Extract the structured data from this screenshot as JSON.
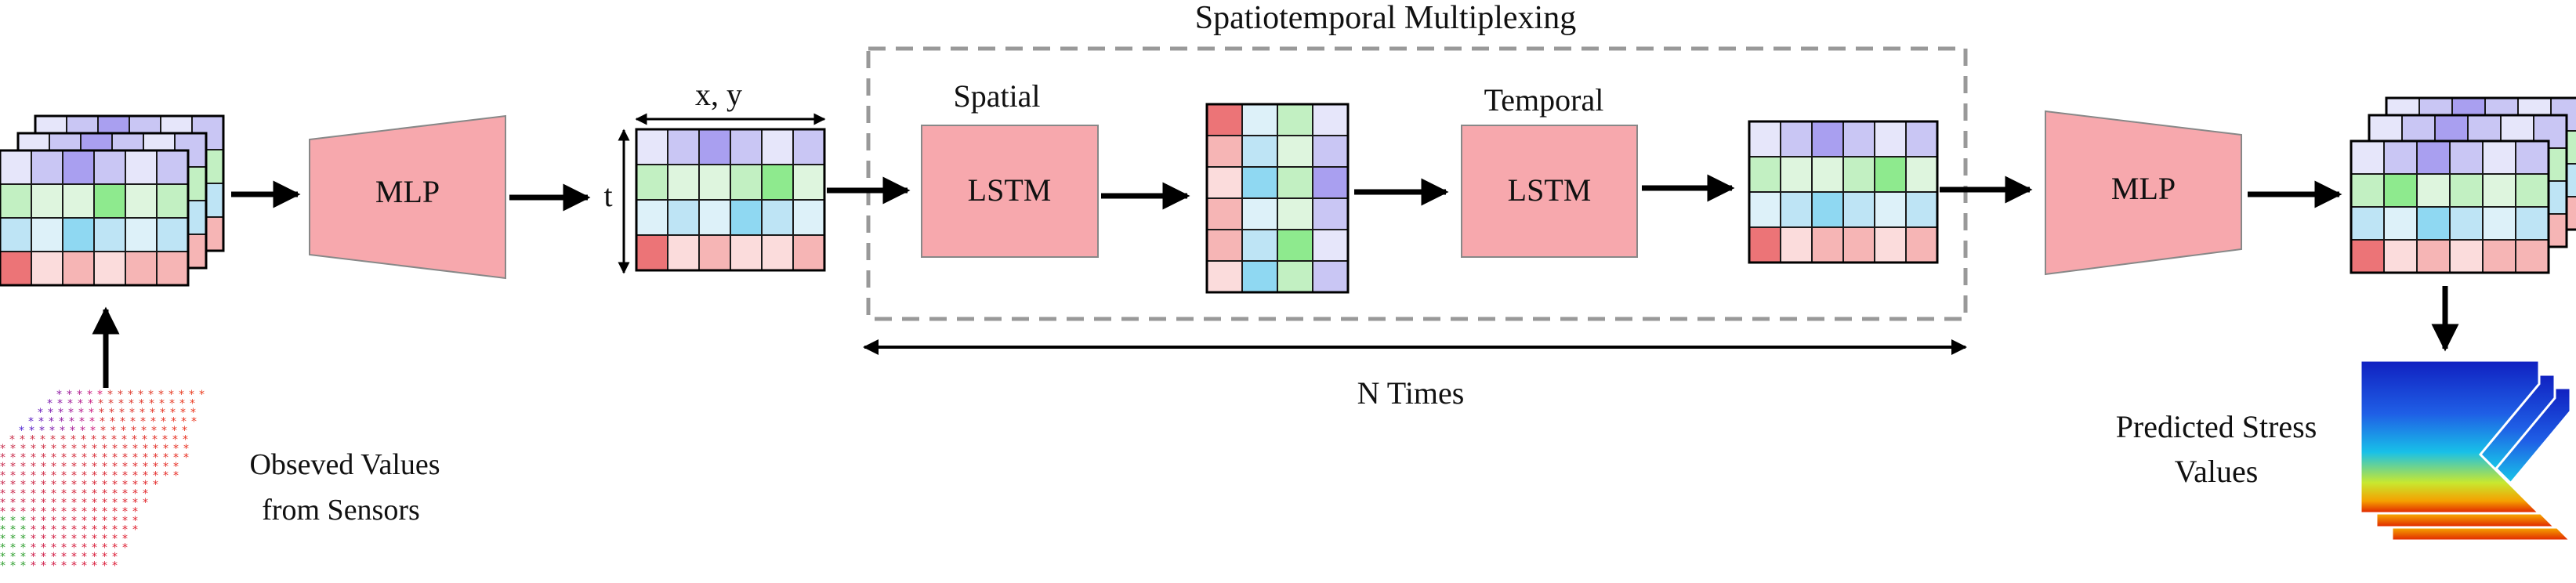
{
  "title": "Spatiotemporal  Multiplexing",
  "input_caption_line1": "Obseved Values",
  "input_caption_line2": "from  Sensors",
  "mlp_in_label": "MLP",
  "mlp_out_label": "MLP",
  "axis_xy_label": "x, y",
  "axis_t_label": "t",
  "spatial_label": "Spatial",
  "temporal_label": "Temporal",
  "lstm_spatial_label": "LSTM",
  "lstm_temporal_label": "LSTM",
  "repeat_label": "N Times",
  "output_caption_line1": "Predicted Stress",
  "output_caption_line2": "Values",
  "colors": {
    "mlp_fill": "#f7a8ad",
    "lstm_fill": "#f7a8ad",
    "dashed_border": "#999999",
    "arrow": "#000000"
  },
  "grid_palette": {
    "purple": [
      "#e6e6fa",
      "#c9c6f4",
      "#a99ff0"
    ],
    "green": [
      "#def5de",
      "#c2f0c2",
      "#8eea8e"
    ],
    "blue": [
      "#ddf1f9",
      "#bee4f5",
      "#8fd8f2"
    ],
    "red": [
      "#fbdcdc",
      "#f6b5b5",
      "#ec7477"
    ]
  },
  "input_grid": [
    [
      "purple:0",
      "purple:1",
      "purple:2",
      "purple:1",
      "purple:0",
      "purple:1"
    ],
    [
      "green:1",
      "green:0",
      "green:0",
      "green:2",
      "green:0",
      "green:1"
    ],
    [
      "blue:1",
      "blue:0",
      "blue:2",
      "blue:1",
      "blue:0",
      "blue:1"
    ],
    [
      "red:2",
      "red:0",
      "red:1",
      "red:0",
      "red:1",
      "red:1"
    ]
  ],
  "latent_grid": [
    [
      "purple:0",
      "purple:1",
      "purple:2",
      "purple:1",
      "purple:0",
      "purple:1"
    ],
    [
      "green:1",
      "green:0",
      "green:0",
      "green:1",
      "green:2",
      "green:0"
    ],
    [
      "blue:0",
      "blue:1",
      "blue:0",
      "blue:2",
      "blue:1",
      "blue:0"
    ],
    [
      "red:2",
      "red:0",
      "red:1",
      "red:0",
      "red:0",
      "red:1"
    ]
  ],
  "spatial_grid": [
    [
      "red:2",
      "blue:0",
      "green:1",
      "purple:0"
    ],
    [
      "red:1",
      "blue:1",
      "green:0",
      "purple:1"
    ],
    [
      "red:0",
      "blue:2",
      "green:1",
      "purple:2"
    ],
    [
      "red:1",
      "blue:0",
      "green:0",
      "purple:1"
    ],
    [
      "red:1",
      "blue:1",
      "green:2",
      "purple:0"
    ],
    [
      "red:0",
      "blue:2",
      "green:1",
      "purple:1"
    ]
  ],
  "temporal_grid": [
    [
      "purple:0",
      "purple:1",
      "purple:2",
      "purple:1",
      "purple:0",
      "purple:1"
    ],
    [
      "green:1",
      "green:0",
      "green:0",
      "green:1",
      "green:2",
      "green:0"
    ],
    [
      "blue:0",
      "blue:1",
      "blue:2",
      "blue:1",
      "blue:0",
      "blue:1"
    ],
    [
      "red:2",
      "red:0",
      "red:1",
      "red:1",
      "red:0",
      "red:1"
    ]
  ],
  "output_grid": [
    [
      "purple:0",
      "purple:1",
      "purple:2",
      "purple:1",
      "purple:0",
      "purple:1"
    ],
    [
      "green:1",
      "green:2",
      "green:0",
      "green:1",
      "green:0",
      "green:1"
    ],
    [
      "blue:1",
      "blue:0",
      "blue:2",
      "blue:1",
      "blue:0",
      "blue:1"
    ],
    [
      "red:2",
      "red:0",
      "red:1",
      "red:0",
      "red:1",
      "red:1"
    ]
  ]
}
